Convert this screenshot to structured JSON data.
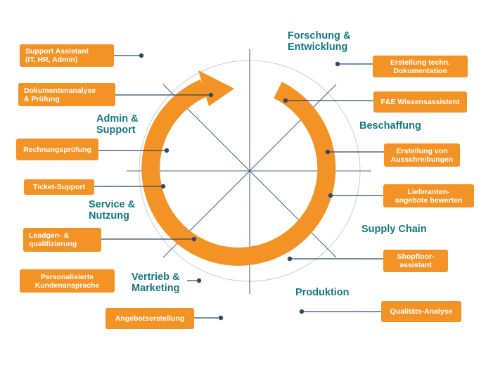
{
  "colors": {
    "orange": "#f39325",
    "teal": "#147a7e",
    "line": "#2e4a6b",
    "spoke": "#4a6680"
  },
  "categories": [
    {
      "id": "forschung",
      "text": "Forschung &\nEntwicklung"
    },
    {
      "id": "beschaffung",
      "text": "Beschaffung"
    },
    {
      "id": "supply-chain",
      "text": "Supply Chain"
    },
    {
      "id": "produktion",
      "text": "Produktion"
    },
    {
      "id": "vertrieb",
      "text": "Vertrieb &\nMarketing"
    },
    {
      "id": "service",
      "text": "Service &\nNutzung"
    },
    {
      "id": "admin",
      "text": "Admin &\nSupport"
    }
  ],
  "use_cases": [
    {
      "id": "support-assistant",
      "text": "Support Assistant\n(IT, HR, Admin)"
    },
    {
      "id": "dokumentenanalyse",
      "text": "Dokumentenanalyse\n& Prüfung"
    },
    {
      "id": "rechnungspruefung",
      "text": "Rechnungsprüfung"
    },
    {
      "id": "ticket-support",
      "text": "Ticket-Support"
    },
    {
      "id": "leadgen",
      "text": "Leadgen- &\nqualifizierung"
    },
    {
      "id": "personalisierte",
      "text": "Personalisierte\nKundenansprache"
    },
    {
      "id": "angebotserstellung",
      "text": "Angebotserstellung"
    },
    {
      "id": "erstellung-doku",
      "text": "Erstellung techn.\nDokumentation"
    },
    {
      "id": "fe-wissen",
      "text": "F&E Wissensassistent"
    },
    {
      "id": "ausschreibungen",
      "text": "Erstellung von\nAusschreibungen"
    },
    {
      "id": "lieferanten",
      "text": "Lieferanten-\nangebote bewerten"
    },
    {
      "id": "shopfloor",
      "text": "Shopfloor-\nassistant"
    },
    {
      "id": "qualitaet",
      "text": "Qualitäts-Analyse"
    }
  ]
}
